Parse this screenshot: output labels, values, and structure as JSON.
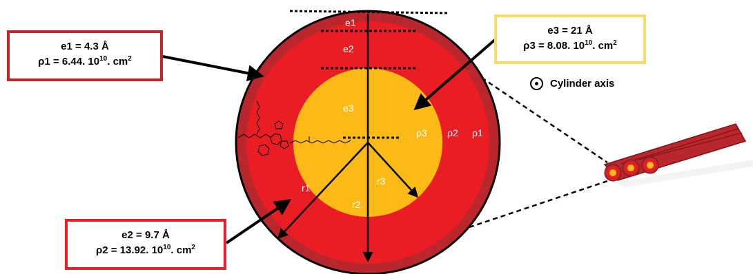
{
  "labels": {
    "e1": "e1",
    "e2": "e2",
    "e3": "e3",
    "r1": "r1",
    "r2": "r2",
    "r3": "r3",
    "rho1": "ρ1",
    "rho2": "ρ2",
    "rho3": "ρ3"
  },
  "callouts": {
    "e1": {
      "line1": "e1 = 4.3 Å",
      "line2_prefix": "ρ1 = 6.44. 10",
      "exponent": "10",
      "line2_suffix": ". cm",
      "unit_power": "2"
    },
    "e2": {
      "line1": "e2 = 9.7 Å",
      "line2_prefix": "ρ2 = 13.92. 10",
      "exponent": "10",
      "line2_suffix": ". cm",
      "unit_power": "2"
    },
    "e3": {
      "line1": "e3 = 21 Å",
      "line2_prefix": "ρ3 = 8.08. 10",
      "exponent": "10",
      "line2_suffix": ". cm",
      "unit_power": "2"
    }
  },
  "legend": {
    "cylinder_axis": "Cylinder axis",
    "icon": "dot-in-circle-icon"
  },
  "colors": {
    "outer_shell": "#b9262b",
    "middle_shell": "#ea1c24",
    "core": "#fcba17",
    "box_e1": "#c0282d",
    "box_e2": "#e8202a",
    "box_e3": "#fbd96a"
  }
}
